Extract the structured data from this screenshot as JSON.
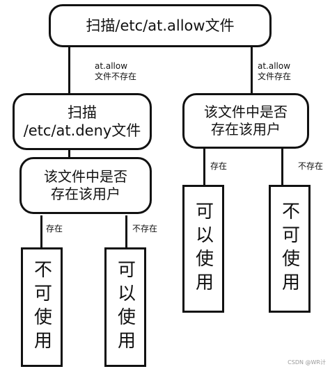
{
  "nodes": {
    "root": "扫描/etc/at.allow文件",
    "scan_deny": "扫描\n/etc/at.deny文件",
    "check_user_left": "该文件中是否\n存在该用户",
    "check_user_right": "该文件中是否\n存在该用户",
    "result_left_exists": "不可使用",
    "result_left_not_exists": "可以使用",
    "result_right_exists": "可以使用",
    "result_right_not_exists": "不可使用"
  },
  "edges": {
    "allow_not_exists": "at.allow\n文件不存在",
    "allow_exists": "at.allow\n文件存在",
    "left_exists": "存在",
    "left_not_exists": "不存在",
    "right_exists": "存在",
    "right_not_exists": "不存在"
  },
  "watermark": "CSDN @WR计"
}
